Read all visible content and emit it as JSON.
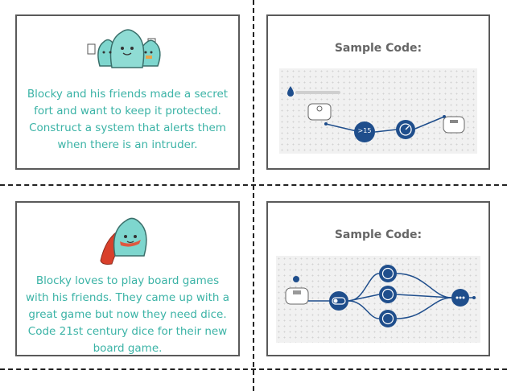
{
  "cards": {
    "story_one": "Blocky and his friends made a secret fort and want to keep it protected. Construct a system that alerts them when there is an intruder.",
    "code_one_title": "Sample Code:",
    "code_one_threshold": ">15",
    "story_two": "Blocky loves to play board games with his friends. They came up with a great game but now they need dice. Code 21st century dice for their new board game.",
    "code_two_title": "Sample Code:"
  },
  "colors": {
    "teal_text": "#3bb3a6",
    "node_blue": "#1f4e8c",
    "character_teal": "#7ed6ce",
    "cape_red": "#d9402b"
  },
  "icons": [
    "blocky-friends-illustration",
    "blocky-superhero-illustration",
    "water-drop-icon",
    "sensor-block-icon",
    "timer-icon",
    "buzzer-block-icon",
    "button-block-icon",
    "toggle-icon",
    "dice-display-icon"
  ]
}
